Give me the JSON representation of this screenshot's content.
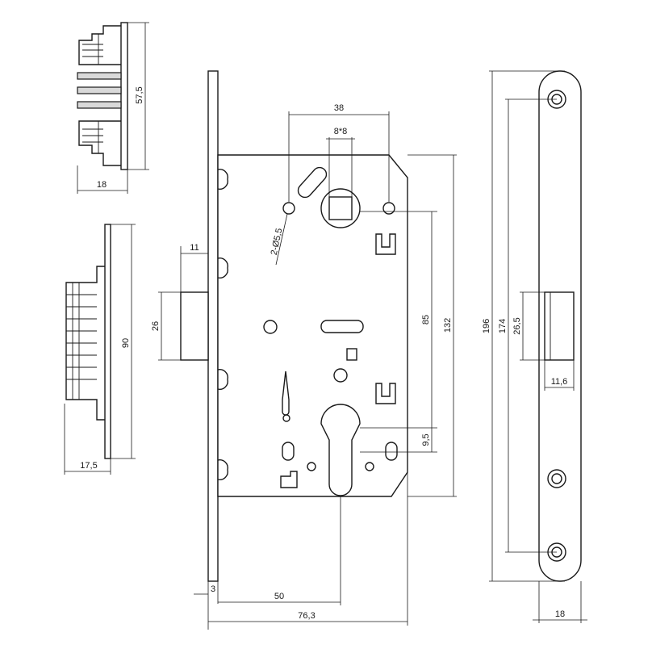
{
  "dimensions": {
    "top_view_height": "57,5",
    "top_view_width": "18",
    "side_view_height": "90",
    "side_view_width": "17,5",
    "latch_projection": "11",
    "latch_height": "26",
    "spindle_spacing": "38",
    "square_spindle": "8*8",
    "holes": "2-Ø5,5",
    "center_distance": "85",
    "case_height": "132",
    "cylinder_offset": "9,5",
    "faceplate_thickness": "3",
    "backset": "50",
    "case_depth": "76,3",
    "strike_height": "196",
    "strike_screw_spacing": "174",
    "strike_opening_height": "26,5",
    "strike_opening_width": "11,6",
    "strike_width": "18"
  }
}
